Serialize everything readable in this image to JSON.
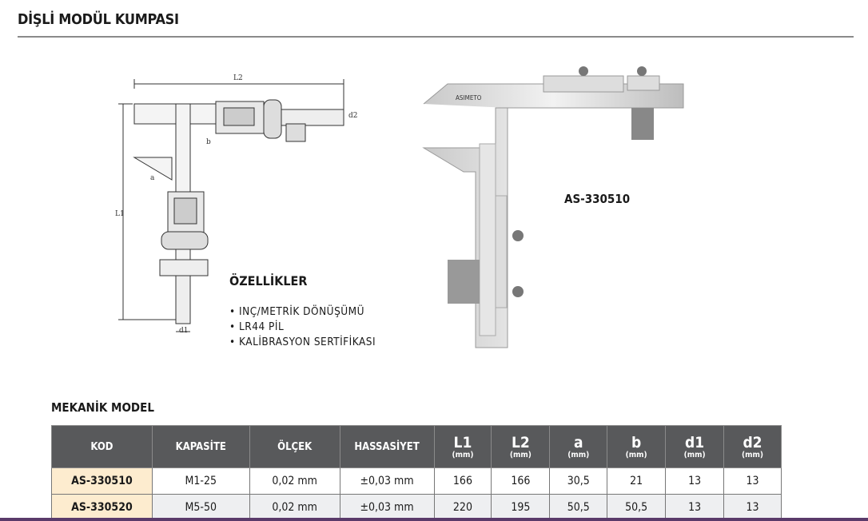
{
  "title": "DİŞLİ MODÜL KUMPASI",
  "diagram_labels": {
    "l2": "L2",
    "l1": "L1",
    "a": "a",
    "b": "b",
    "d1": "d1",
    "d2": "d2"
  },
  "photo": {
    "brand": "ASIMETO"
  },
  "model_code": "AS-330510",
  "features": {
    "heading": "ÖZELLİKLER",
    "items": [
      "INÇ/METRİK DÖNÜŞÜMÜ",
      "LR44 PİL",
      "KALİBRASYON SERTİFİKASI"
    ]
  },
  "table": {
    "title": "MEKANİK MODEL",
    "headers": [
      {
        "label": "KOD"
      },
      {
        "label": "KAPASİTE"
      },
      {
        "label": "ÖLÇEK"
      },
      {
        "label": "HASSASİYET"
      },
      {
        "label": "L1",
        "unit": "(mm)"
      },
      {
        "label": "L2",
        "unit": "(mm)"
      },
      {
        "label": "a",
        "unit": "(mm)"
      },
      {
        "label": "b",
        "unit": "(mm)"
      },
      {
        "label": "d1",
        "unit": "(mm)"
      },
      {
        "label": "d2",
        "unit": "(mm)"
      }
    ],
    "rows": [
      [
        "AS-330510",
        "M1-25",
        "0,02 mm",
        "±0,03 mm",
        "166",
        "166",
        "30,5",
        "21",
        "13",
        "13"
      ],
      [
        "AS-330520",
        "M5-50",
        "0,02 mm",
        "±0,03 mm",
        "220",
        "195",
        "50,5",
        "50,5",
        "13",
        "13"
      ]
    ]
  },
  "colors": {
    "header_bg": "#58595b",
    "code_bg": "#fdeccf",
    "bottom_bar": "#5a3a6a"
  }
}
